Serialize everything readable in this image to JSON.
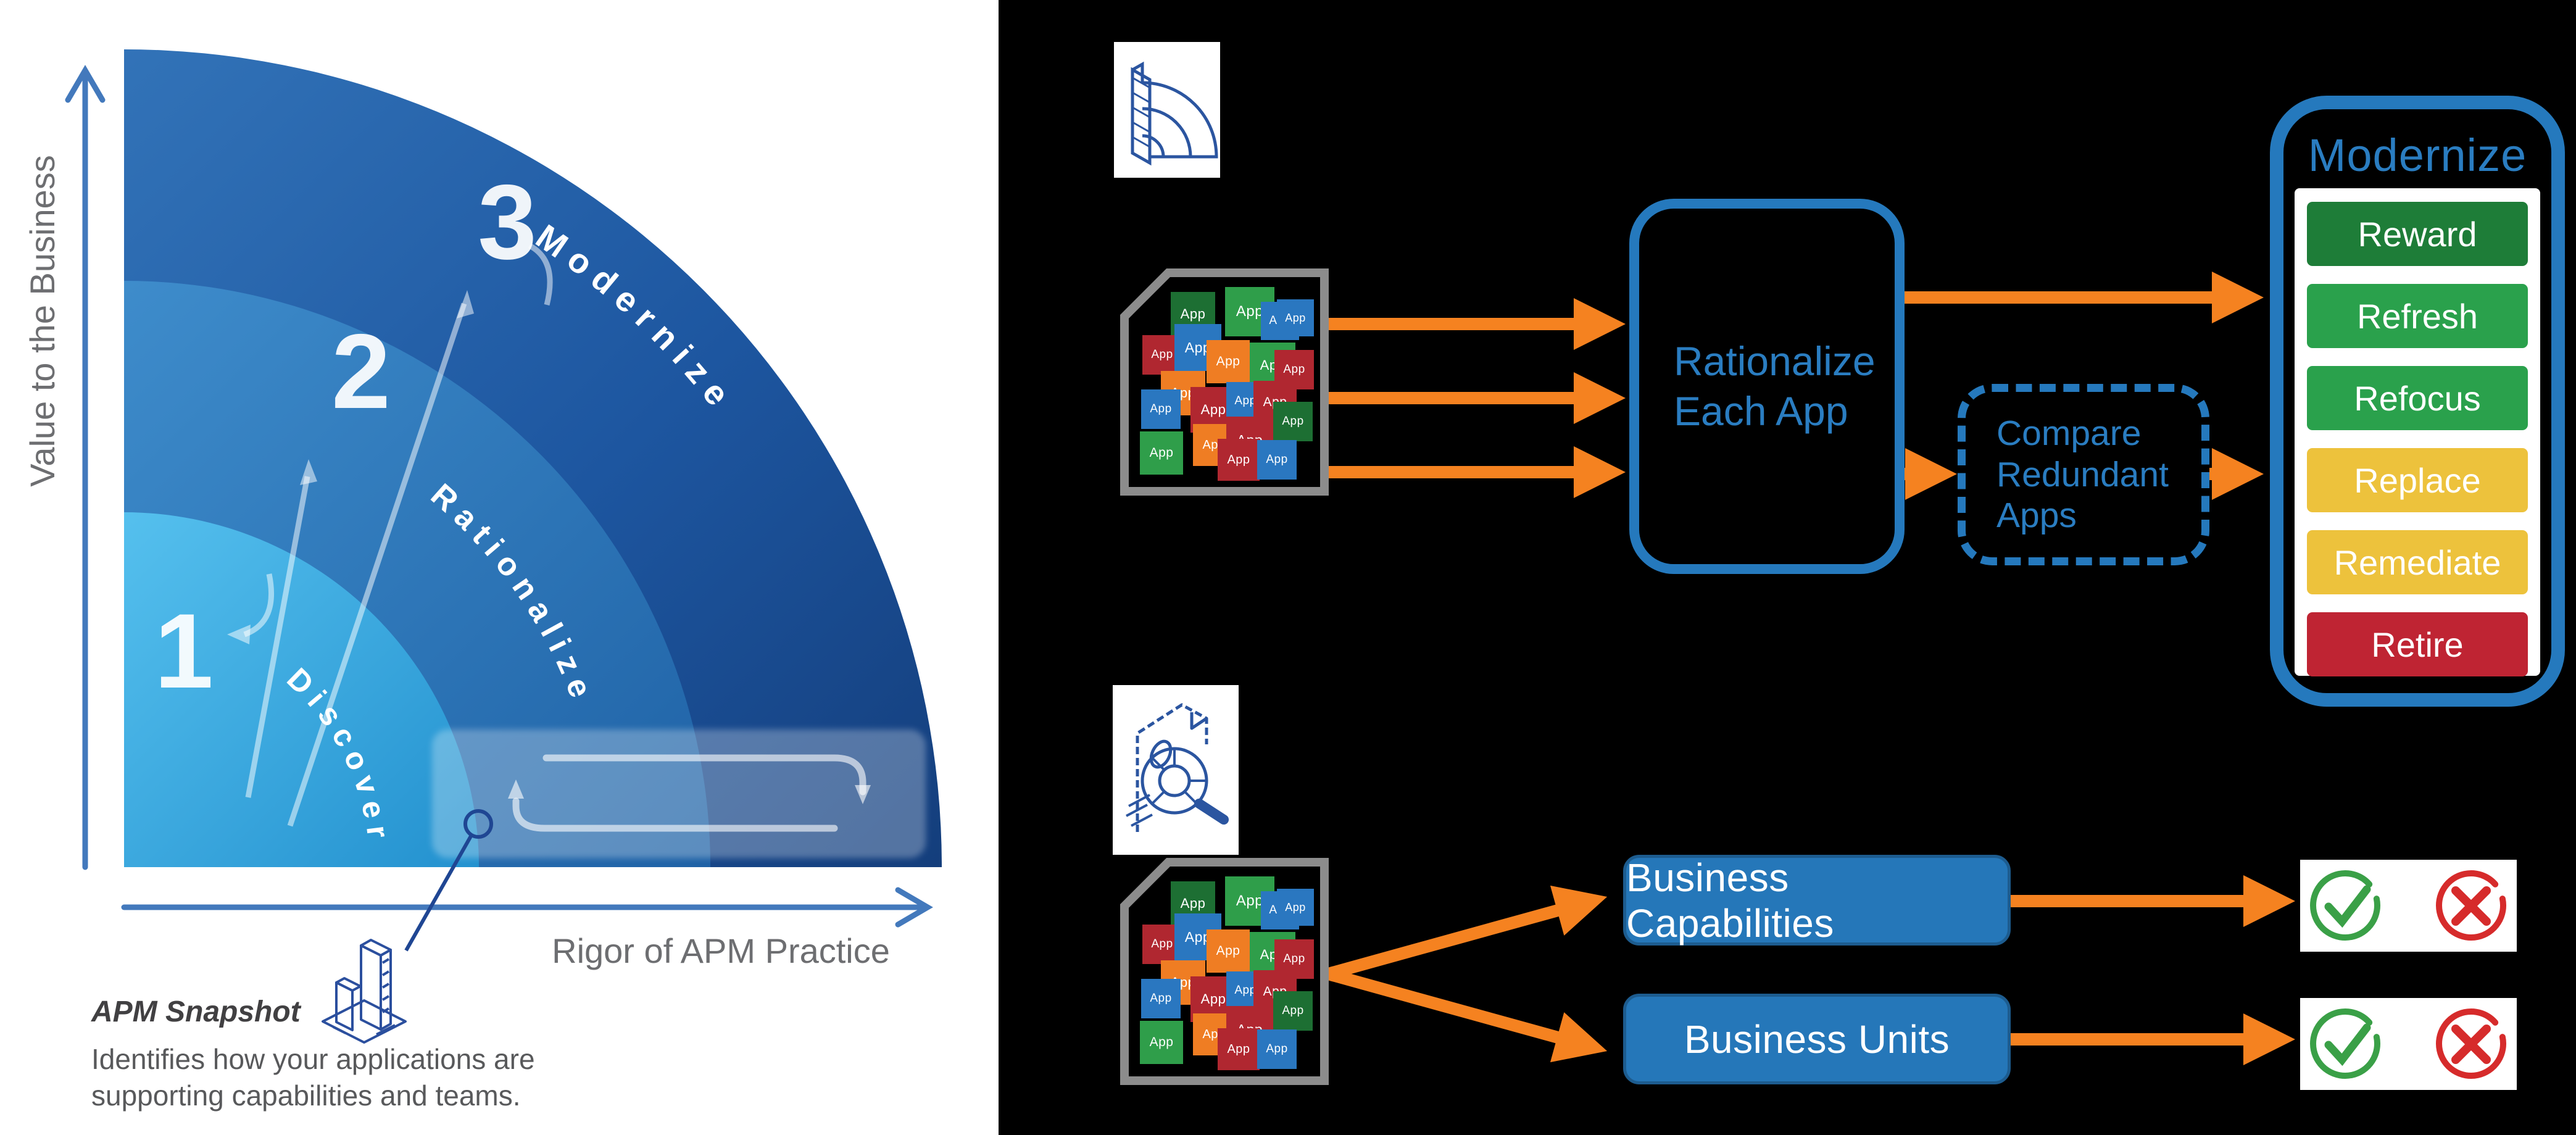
{
  "page": {
    "background": "#ffffff",
    "panel_background": "#000000"
  },
  "colors": {
    "accent_blue": "#2579bd",
    "orange": "#f58220",
    "frame_gray": "#8c8c8c",
    "axis_blue": "#4379bc",
    "axis_text_gray": "#6d6e71",
    "ring_outer": "#1d55a0",
    "ring_middle": "#2e7fc0",
    "ring_inner": "#47b4e6",
    "check_green": "#3aa047",
    "cross_red": "#d62b2b",
    "app_palette": {
      "dg": "#1d6f33",
      "g": "#2f9e4a",
      "b": "#2a77c0",
      "r": "#b02730",
      "o": "#ef7d23"
    }
  },
  "left_chart": {
    "y_axis_label": "Value to the Business",
    "x_axis_label": "Rigor of APM Practice",
    "levels": [
      {
        "number": "1",
        "label": "Discover"
      },
      {
        "number": "2",
        "label": "Rationalize"
      },
      {
        "number": "3",
        "label": "Modernize"
      }
    ],
    "callout": {
      "title": "APM Snapshot",
      "description_line1": "Identifies how your applications are",
      "description_line2": "supporting capabilities and teams."
    }
  },
  "flow": {
    "app_tile_label": "App",
    "app_grid_tiles": [
      "dg",
      "g",
      "b",
      "b",
      "r",
      "b",
      "o",
      "g",
      "r",
      "o",
      "b",
      "r",
      "b",
      "r",
      "dg",
      "o",
      "r",
      "g",
      "r",
      "b"
    ],
    "rationalize_box": {
      "line1": "Rationalize",
      "line2": "Each App"
    },
    "compare_box": {
      "line1": "Compare",
      "line2": "Redundant",
      "line3": "Apps"
    },
    "modernize_panel": {
      "title": "Modernize",
      "items": [
        {
          "label": "Reward",
          "color": "#1e7d38"
        },
        {
          "label": "Refresh",
          "color": "#2aa14c"
        },
        {
          "label": "Refocus",
          "color": "#2aa14c"
        },
        {
          "label": "Replace",
          "color": "#edc23c"
        },
        {
          "label": "Remediate",
          "color": "#edc23c"
        },
        {
          "label": "Retire",
          "color": "#bf2433"
        }
      ]
    },
    "business_buttons": [
      {
        "label": "Business Capabilities"
      },
      {
        "label": "Business Units"
      }
    ],
    "icons": {
      "maturity_rings_icon": "apm-maturity-rings-icon",
      "snapshot_report_icon": "apm-snapshot-report-icon",
      "check_icon": "check-circle-icon",
      "cross_icon": "cross-circle-icon"
    }
  }
}
